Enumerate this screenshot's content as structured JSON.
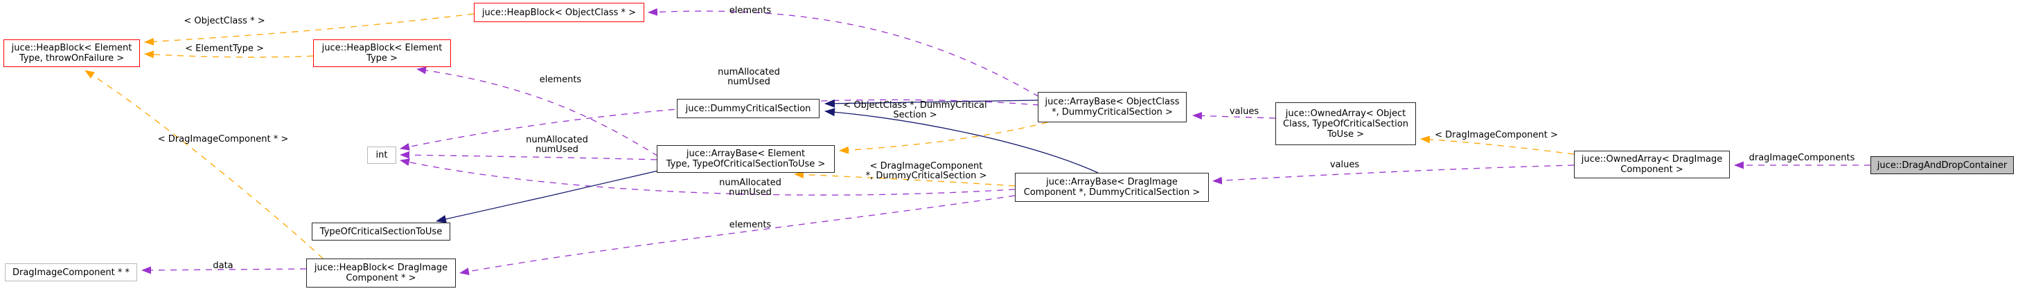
{
  "diagram": {
    "type": "doxygen-collaboration-graph",
    "main_class": "juce::DragAndDropContainer",
    "colors": {
      "usage_edge": "#9a32cd",
      "template_edge": "#ffa500",
      "inheritance_edge": "#191970",
      "truncated_node_border": "#ff0000",
      "node_border": "#252525",
      "plain_node_border": "#b8b8b8",
      "selected_node_fill": "#bfbfbf",
      "background": "#ffffff"
    },
    "nodes": [
      {
        "id": "heapblock-element-throwonfailure",
        "lines": [
          "juce::HeapBlock< Element",
          "Type, throwOnFailure >"
        ]
      },
      {
        "id": "heapblock-objectclass-ptr",
        "lines": [
          "juce::HeapBlock< ObjectClass * >"
        ]
      },
      {
        "id": "heapblock-elementtype",
        "lines": [
          "juce::HeapBlock< Element",
          "Type >"
        ]
      },
      {
        "id": "dummycriticalsection",
        "lines": [
          "juce::DummyCriticalSection"
        ]
      },
      {
        "id": "arraybase-elementtype",
        "lines": [
          "juce::ArrayBase< Element",
          "Type, TypeOfCriticalSectionToUse >"
        ]
      },
      {
        "id": "arraybase-objectclass",
        "lines": [
          "juce::ArrayBase< ObjectClass",
          "*, DummyCriticalSection >"
        ]
      },
      {
        "id": "ownedarray-objectclass",
        "lines": [
          "juce::OwnedArray< Object",
          "Class, TypeOfCriticalSection",
          "ToUse >"
        ]
      },
      {
        "id": "arraybase-dragimagecomponent",
        "lines": [
          "juce::ArrayBase< DragImage",
          "Component *, DummyCriticalSection >"
        ]
      },
      {
        "id": "ownedarray-dragimagecomponent",
        "lines": [
          "juce::OwnedArray< DragImage",
          "Component >"
        ]
      },
      {
        "id": "draganddropcontainer",
        "lines": [
          "juce::DragAndDropContainer"
        ]
      },
      {
        "id": "typeofcriticalsectiontouse",
        "lines": [
          "TypeOfCriticalSectionToUse"
        ]
      },
      {
        "id": "heapblock-dragimagecomponent",
        "lines": [
          "juce::HeapBlock< DragImage",
          "Component * >"
        ]
      },
      {
        "id": "int",
        "lines": [
          "int"
        ]
      },
      {
        "id": "dragimagecomponent-ptr-ptr",
        "lines": [
          "DragImageComponent * *"
        ]
      }
    ],
    "labels": [
      {
        "id": "tpl-objectclass-star",
        "lines": [
          "< ObjectClass * >"
        ]
      },
      {
        "id": "tpl-elementtype",
        "lines": [
          "< ElementType >"
        ]
      },
      {
        "id": "elements-top",
        "lines": [
          "elements"
        ]
      },
      {
        "id": "numallocated-top",
        "lines": [
          "numAllocated",
          "numUsed"
        ]
      },
      {
        "id": "elements-mid",
        "lines": [
          "elements"
        ]
      },
      {
        "id": "tpl-objectclass-dummy",
        "lines": [
          "< ObjectClass *, DummyCritical",
          "Section >"
        ]
      },
      {
        "id": "values-top",
        "lines": [
          "values"
        ]
      },
      {
        "id": "tpl-dragimagecomponent",
        "lines": [
          "< DragImageComponent >"
        ]
      },
      {
        "id": "numallocated-mid",
        "lines": [
          "numAllocated",
          "numUsed"
        ]
      },
      {
        "id": "tpl-dragimagecomponent-star",
        "lines": [
          "< DragImageComponent * >"
        ]
      },
      {
        "id": "tpl-dragimage-dummy",
        "lines": [
          "< DragImageComponent",
          "*, DummyCriticalSection >"
        ]
      },
      {
        "id": "numallocated-bottom",
        "lines": [
          "numAllocated",
          "numUsed"
        ]
      },
      {
        "id": "elements-bottom",
        "lines": [
          "elements"
        ]
      },
      {
        "id": "values-bottom",
        "lines": [
          "values"
        ]
      },
      {
        "id": "dragimagecomponents",
        "lines": [
          "dragImageComponents"
        ]
      },
      {
        "id": "data",
        "lines": [
          "data"
        ]
      }
    ],
    "edges": [
      {
        "from": "arraybase-objectclass",
        "to": "heapblock-objectclass-ptr",
        "label": "elements",
        "type": "usage"
      },
      {
        "from": "arraybase-elementtype",
        "to": "heapblock-elementtype",
        "label": "elements",
        "type": "usage"
      },
      {
        "from": "arraybase-dragimagecomponent",
        "to": "heapblock-dragimagecomponent",
        "label": "elements",
        "type": "usage"
      },
      {
        "from": "arraybase-objectclass",
        "to": "int",
        "label": "numAllocated numUsed",
        "type": "usage"
      },
      {
        "from": "arraybase-elementtype",
        "to": "int",
        "label": "numAllocated numUsed",
        "type": "usage"
      },
      {
        "from": "arraybase-dragimagecomponent",
        "to": "int",
        "label": "numAllocated numUsed",
        "type": "usage"
      },
      {
        "from": "ownedarray-objectclass",
        "to": "arraybase-objectclass",
        "label": "values",
        "type": "usage"
      },
      {
        "from": "ownedarray-dragimagecomponent",
        "to": "arraybase-dragimagecomponent",
        "label": "values",
        "type": "usage"
      },
      {
        "from": "draganddropcontainer",
        "to": "ownedarray-dragimagecomponent",
        "label": "dragImageComponents",
        "type": "usage"
      },
      {
        "from": "heapblock-dragimagecomponent",
        "to": "dragimagecomponent-ptr-ptr",
        "label": "data",
        "type": "usage"
      },
      {
        "from": "heapblock-objectclass-ptr",
        "to": "heapblock-element-throwonfailure",
        "label": "< ObjectClass * >",
        "type": "template-instantiation"
      },
      {
        "from": "heapblock-elementtype",
        "to": "heapblock-element-throwonfailure",
        "label": "< ElementType >",
        "type": "template-instantiation"
      },
      {
        "from": "heapblock-dragimagecomponent",
        "to": "heapblock-element-throwonfailure",
        "label": "< DragImageComponent * >",
        "type": "template-instantiation"
      },
      {
        "from": "arraybase-objectclass",
        "to": "arraybase-elementtype",
        "label": "< ObjectClass *, DummyCriticalSection >",
        "type": "template-instantiation"
      },
      {
        "from": "arraybase-dragimagecomponent",
        "to": "arraybase-elementtype",
        "label": "< DragImageComponent *, DummyCriticalSection >",
        "type": "template-instantiation"
      },
      {
        "from": "ownedarray-dragimagecomponent",
        "to": "ownedarray-objectclass",
        "label": "< DragImageComponent >",
        "type": "template-instantiation"
      },
      {
        "from": "arraybase-objectclass",
        "to": "dummycriticalsection",
        "label": "",
        "type": "inheritance"
      },
      {
        "from": "arraybase-dragimagecomponent",
        "to": "dummycriticalsection",
        "label": "",
        "type": "inheritance"
      },
      {
        "from": "arraybase-elementtype",
        "to": "typeofcriticalsectiontouse",
        "label": "",
        "type": "inheritance"
      }
    ]
  }
}
